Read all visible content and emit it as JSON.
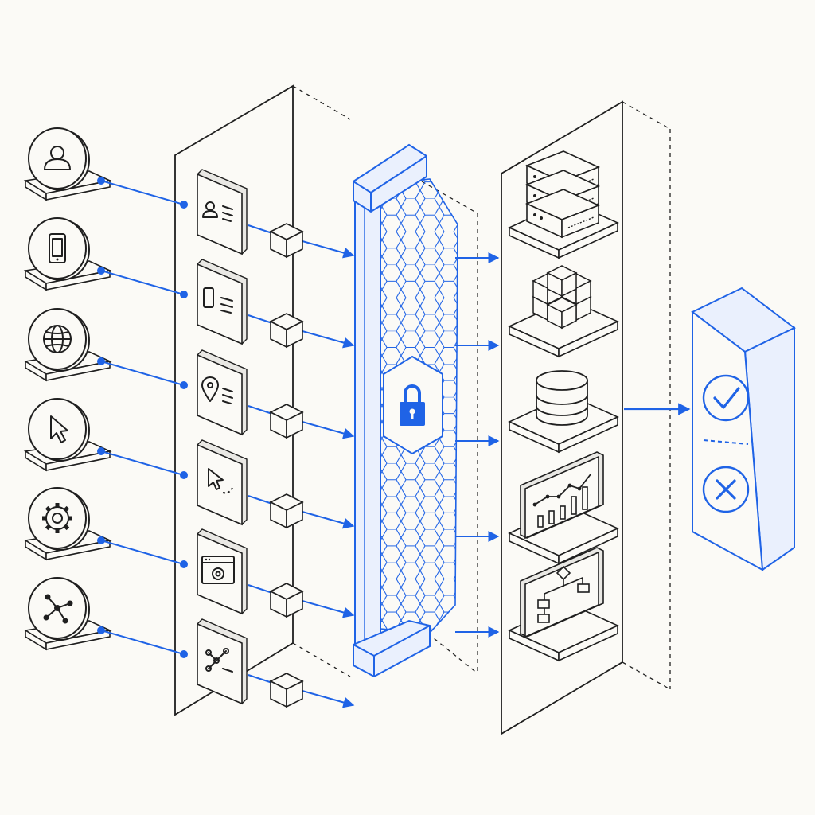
{
  "colors": {
    "background": "#fbfaf6",
    "ink": "#1f1f1f",
    "accent": "#1f63e6",
    "accent_fill": "#eaf0fd"
  },
  "sources": [
    {
      "id": "user",
      "icon": "user-icon",
      "card_icon": "profile-card-icon"
    },
    {
      "id": "mobile",
      "icon": "smartphone-icon",
      "card_icon": "device-card-icon"
    },
    {
      "id": "web",
      "icon": "globe-icon",
      "card_icon": "location-card-icon"
    },
    {
      "id": "click",
      "icon": "cursor-icon",
      "card_icon": "click-path-card-icon"
    },
    {
      "id": "settings",
      "icon": "gear-icon",
      "card_icon": "config-window-card-icon"
    },
    {
      "id": "network",
      "icon": "network-icon",
      "card_icon": "graph-card-icon"
    }
  ],
  "gateway": {
    "icon": "lock-icon",
    "pattern": "hexagon-mesh"
  },
  "destinations": [
    {
      "id": "servers",
      "icon": "server-rack-icon"
    },
    {
      "id": "containers",
      "icon": "cube-stack-icon"
    },
    {
      "id": "database",
      "icon": "database-icon"
    },
    {
      "id": "analytics",
      "icon": "line-bar-chart-icon"
    },
    {
      "id": "workflow",
      "icon": "flowchart-icon"
    }
  ],
  "decision": {
    "accept_icon": "check-icon",
    "reject_icon": "x-icon"
  }
}
